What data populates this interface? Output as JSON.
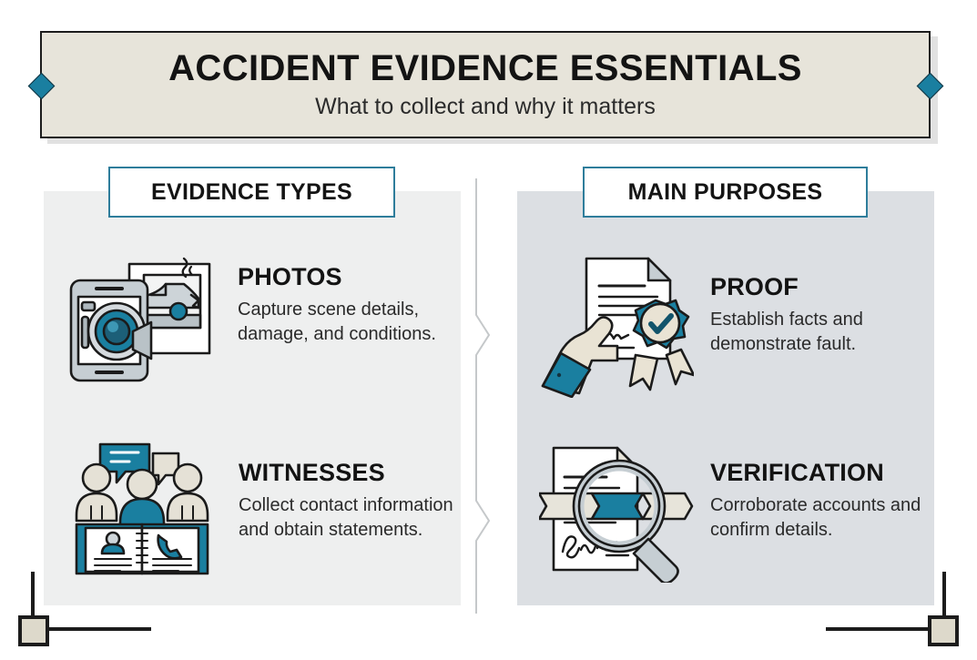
{
  "header": {
    "title": "ACCIDENT EVIDENCE ESSENTIALS",
    "subtitle": "What to collect and why it matters",
    "accent_color": "#1a7fa0",
    "background_color": "#e7e4da",
    "left_diamond_icon": "diamond-accent-icon",
    "right_diamond_icon": "diamond-accent-icon"
  },
  "sections": [
    {
      "id": "evidence-types",
      "heading": "EVIDENCE TYPES",
      "panel_color": "#eeefef",
      "entries": [
        {
          "title": "PHOTOS",
          "description": "Capture scene details, damage, and conditions.",
          "icon": "smartphone-camera-photo-icon"
        },
        {
          "title": "WITNESSES",
          "description": "Collect contact information and obtain statements.",
          "icon": "witnesses-contact-book-icon"
        }
      ]
    },
    {
      "id": "main-purposes",
      "heading": "MAIN PURPOSES",
      "panel_color": "#dcdfe3",
      "entries": [
        {
          "title": "PROOF",
          "description": "Establish facts and demonstrate fault.",
          "icon": "hand-certificate-seal-icon"
        },
        {
          "title": "VERIFICATION",
          "description": "Corroborate accounts and confirm details.",
          "icon": "magnifier-signature-document-icon"
        }
      ]
    }
  ],
  "decorations": {
    "divider_icon": "chevron-divider-icon",
    "bottom_left_corner_icon": "corner-bracket-icon",
    "bottom_right_corner_icon": "corner-bracket-icon",
    "corner_square_color": "#ddd9cb",
    "line_color": "#1c1c1c"
  }
}
